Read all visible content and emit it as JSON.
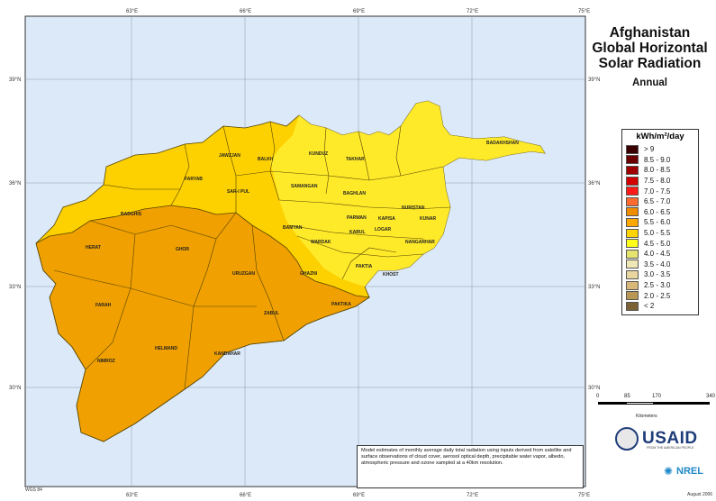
{
  "title": {
    "country": "Afghanistan",
    "subject_line1": "Global Horizontal",
    "subject_line2": "Solar Radiation",
    "period": "Annual"
  },
  "graticule": {
    "top_longitude_labels": [
      "63°E",
      "66°E",
      "69°E",
      "72°E",
      "75°E"
    ],
    "bottom_longitude_labels": [
      "63°E",
      "66°E",
      "69°E",
      "72°E",
      "75°E"
    ],
    "left_latitude_labels": [
      "39°N",
      "36°N",
      "33°N",
      "30°N"
    ],
    "right_latitude_labels": [
      "39°N",
      "36°N",
      "33°N",
      "30°N"
    ]
  },
  "legend": {
    "unit": "kWh/m²/day",
    "items": [
      {
        "label": "> 9",
        "color": "#3a0000"
      },
      {
        "label": "8.5 - 9.0",
        "color": "#6b0000"
      },
      {
        "label": "8.0 - 8.5",
        "color": "#a00000"
      },
      {
        "label": "7.5 - 8.0",
        "color": "#d40000"
      },
      {
        "label": "7.0 - 7.5",
        "color": "#ff1a1a"
      },
      {
        "label": "6.5 - 7.0",
        "color": "#ff6b2e"
      },
      {
        "label": "6.0 - 6.5",
        "color": "#f08c00"
      },
      {
        "label": "5.5 - 6.0",
        "color": "#ffa800"
      },
      {
        "label": "5.0 - 5.5",
        "color": "#ffd400"
      },
      {
        "label": "4.5 - 5.0",
        "color": "#ffff1a"
      },
      {
        "label": "4.0 - 4.5",
        "color": "#e4e46e"
      },
      {
        "label": "3.5 - 4.0",
        "color": "#f0e8b4"
      },
      {
        "label": "3.0 - 3.5",
        "color": "#ead6a0"
      },
      {
        "label": "2.5 - 3.0",
        "color": "#d8b878"
      },
      {
        "label": "2.0 - 2.5",
        "color": "#b89654"
      },
      {
        "label": "< 2",
        "color": "#7a6236"
      }
    ]
  },
  "map_colors": {
    "ocean_background": "#dce9f8",
    "zone_5_5_to_6_0": "#f0a000",
    "zone_5_0_to_5_5": "#fdd000",
    "zone_4_5_to_5_0": "#ffea2a"
  },
  "provinces": [
    "JAWZJAN",
    "BALKH",
    "KUNDUZ",
    "TAKHAR",
    "BADAKHSHAN",
    "FARYAB",
    "SAR-I PUL",
    "SAMANGAN",
    "BAGHLAN",
    "BADGHIS",
    "BAMYAN",
    "PARWAN",
    "KAPISA",
    "NURISTAN",
    "KUNAR",
    "KABUL",
    "LOGAR",
    "NANGARHAR",
    "WARDAK",
    "HERAT",
    "GHOR",
    "URUZGAN",
    "GHAZNI",
    "PAKTIA",
    "KHOST",
    "FARAH",
    "ZABUL",
    "PAKTIKA",
    "HELMAND",
    "NIMROZ",
    "KANDAHAR"
  ],
  "scale_bar": {
    "ticks": [
      "0",
      "85",
      "170",
      "340"
    ],
    "unit": "Kilometers"
  },
  "logos": {
    "usaid": "USAID",
    "usaid_tagline": "FROM THE AMERICAN PEOPLE",
    "nrel": "NREL"
  },
  "date": "August 2006",
  "projection": "WGS 84",
  "note": "Model estimates of monthly average daily total radiation using inputs derived from satellite and surface observations of cloud cover, aerosol optical depth, precipitable water vapor, albedo, atmospheric pressure and ozone sampled at a 40km resolution."
}
